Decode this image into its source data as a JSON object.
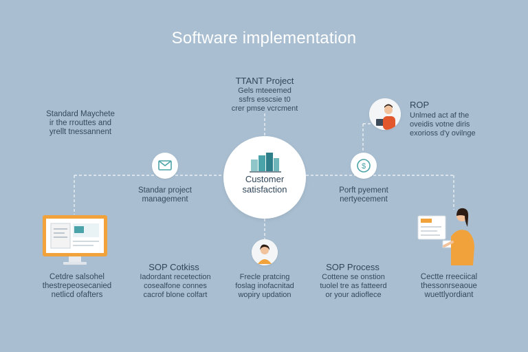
{
  "title": "Software implementation",
  "center": {
    "line1": "Customer",
    "line2": "satisfaction"
  },
  "top": {
    "title": "TTANT Project",
    "lines": [
      "Gels mteeemed",
      "ssfrs esscsie t0",
      "crer pmse vcrcment"
    ]
  },
  "top_left": {
    "lines": [
      "Standard Maychete",
      "ir the rrouttes and",
      "yrellt tnessannent"
    ]
  },
  "top_right": {
    "title": "ROP",
    "lines": [
      "Unlmed act af the",
      "oveidis votne diris",
      "exorioss d'y ovilnge"
    ]
  },
  "mid_left": {
    "lines": [
      "Standar project",
      "management"
    ]
  },
  "mid_right": {
    "lines": [
      "Porft pyement",
      "nertyecement"
    ]
  },
  "bottom_far_left": {
    "lines": [
      "Cetdre salsohel",
      "thestrepeosecanied",
      "netlicd ofafters"
    ]
  },
  "bottom_left": {
    "title": "SOP Cotkiss",
    "lines": [
      "Iadordant recetection",
      "cosealfone connes",
      "cacrof  blone colfart"
    ]
  },
  "bottom_center": {
    "lines": [
      "Frecle pratcing",
      "foslag inofacnitad",
      "wopiry updation"
    ]
  },
  "bottom_right": {
    "title": "SOP Process",
    "lines": [
      "Cottene se onstion",
      "tuolel tre as fatteerd",
      "or your adioflece"
    ]
  },
  "bottom_far_right": {
    "lines": [
      "Cectte rreeciical",
      "thessonrseaoue",
      "wuettlyordiant"
    ]
  },
  "icons": {
    "center": "building-chart-icon",
    "mail": "mail-icon",
    "dollar": "dollar-icon",
    "person_top_right": "person-laptop-icon",
    "person_bottom_center": "person-icon",
    "monitor": "monitor-icon",
    "woman_presenting": "woman-presenting-icon"
  },
  "colors": {
    "background": "#a9bfd1",
    "accent_teal": "#4aa3a8",
    "accent_orange": "#f2a23a",
    "line": "#ffffff"
  }
}
